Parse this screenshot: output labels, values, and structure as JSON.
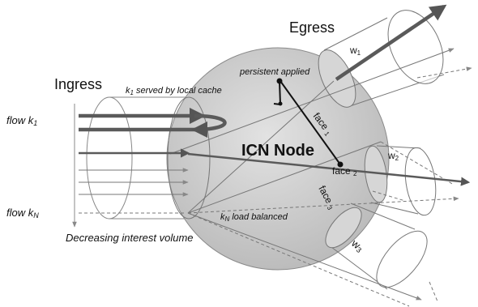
{
  "title": {
    "egress": "Egress",
    "ingress": "Ingress",
    "node": "ICN Node"
  },
  "flows": {
    "k1_main": "flow k",
    "k1_sub": "1",
    "kN_main": "flow k",
    "kN_sub": "N"
  },
  "annotations": {
    "persistent": "persistent applied",
    "k1_sub": "1",
    "served": " served by local cache",
    "kN_sub": "N",
    "balanced": " load balanced",
    "decreasing": "Decreasing interest volume"
  },
  "faces": {
    "face1_main": "face ",
    "face1_sub": "1",
    "face2_main": "face ",
    "face2_sub": "2",
    "face3_main": "face ",
    "face3_sub": "3"
  },
  "weights": {
    "w1_main": "w",
    "w1_sub": "1",
    "w2_main": "w",
    "w2_sub": "2",
    "w3_main": "w",
    "w3_sub": "3"
  },
  "colors": {
    "node_fill": "#c9c9c9",
    "arrow": "#5a5a5a",
    "line": "#6b6b6b"
  }
}
